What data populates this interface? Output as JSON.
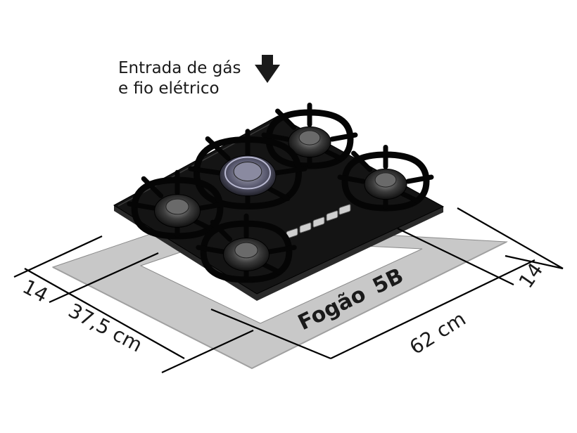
{
  "note": {
    "line1": "Entrada de gás",
    "line2": "e fio elétrico"
  },
  "product_label": {
    "name": "Fogão",
    "model": "5B"
  },
  "dimensions": {
    "left_margin": "14",
    "depth": "37,5 cm",
    "width": "62 cm",
    "right_margin": "14"
  },
  "colors": {
    "counter": "#c8c8c8",
    "cooktop": "#141414",
    "grate": "#050505",
    "burner_ring": "#5a5a5a",
    "ink": "#1a1a1a"
  },
  "icons": {
    "arrow": "down-arrow-icon"
  },
  "cooktop": {
    "burner_count": 5,
    "knob_count": 5
  }
}
